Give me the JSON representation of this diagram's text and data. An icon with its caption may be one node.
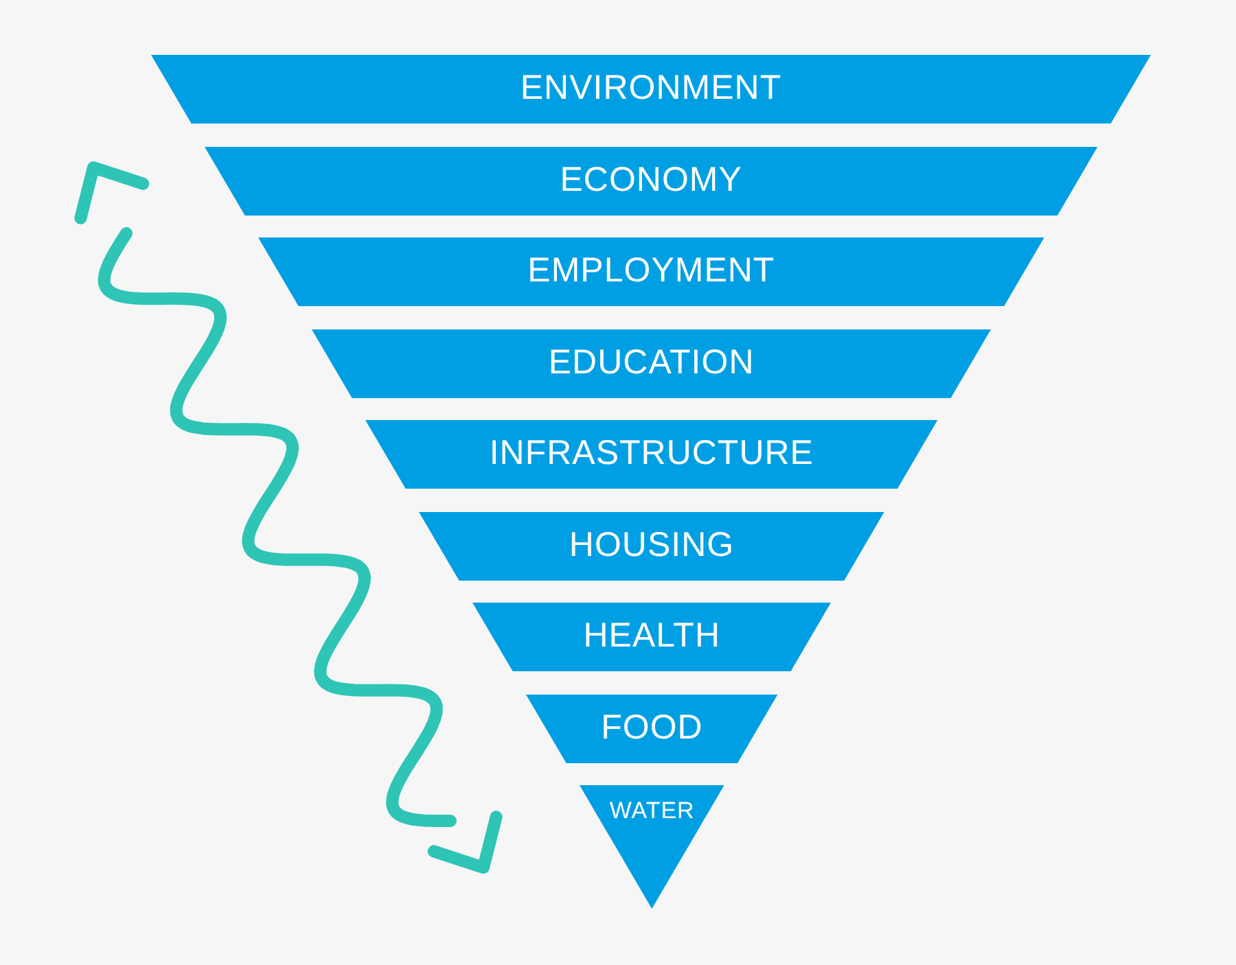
{
  "diagram": {
    "nodes": [
      {
        "text": [
          "ENVIRONMENT"
        ]
      },
      {
        "text": [
          "ECONOMY"
        ]
      },
      {
        "text": [
          "EMPLOYMENT"
        ]
      },
      {
        "text": [
          "EDUCATION"
        ]
      },
      {
        "text": [
          "INFRASTRUCTURE"
        ]
      },
      {
        "text": [
          "HOUSING"
        ]
      },
      {
        "text": [
          "HEALTH"
        ]
      },
      {
        "text": [
          "FOOD"
        ]
      },
      {
        "text": [
          "WATER"
        ]
      }
    ]
  }
}
